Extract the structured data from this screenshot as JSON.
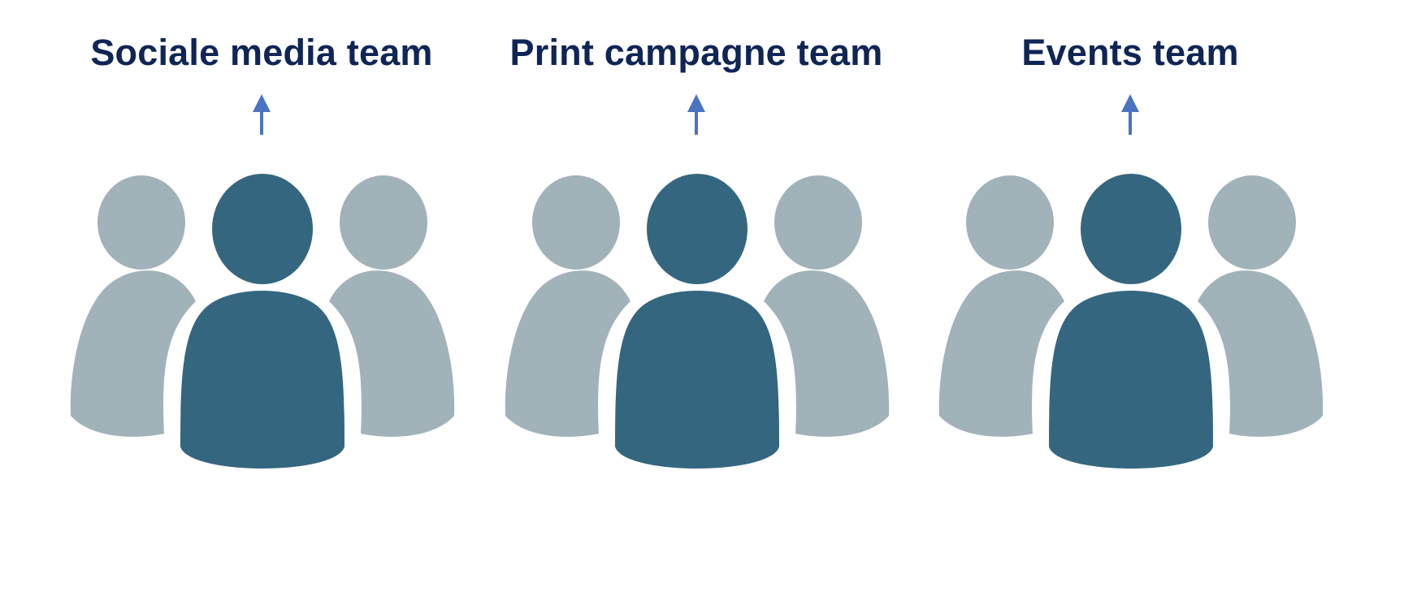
{
  "colors": {
    "title": "#0f2556",
    "arrow": "#4a73c2",
    "person_primary": "#35667f",
    "person_secondary": "#a1b2b9"
  },
  "icons": {
    "arrow": "up-arrow-icon",
    "group": "people-group-icon"
  },
  "teams": [
    {
      "title": "Sociale media team"
    },
    {
      "title": "Print campagne team"
    },
    {
      "title": "Events team"
    }
  ]
}
